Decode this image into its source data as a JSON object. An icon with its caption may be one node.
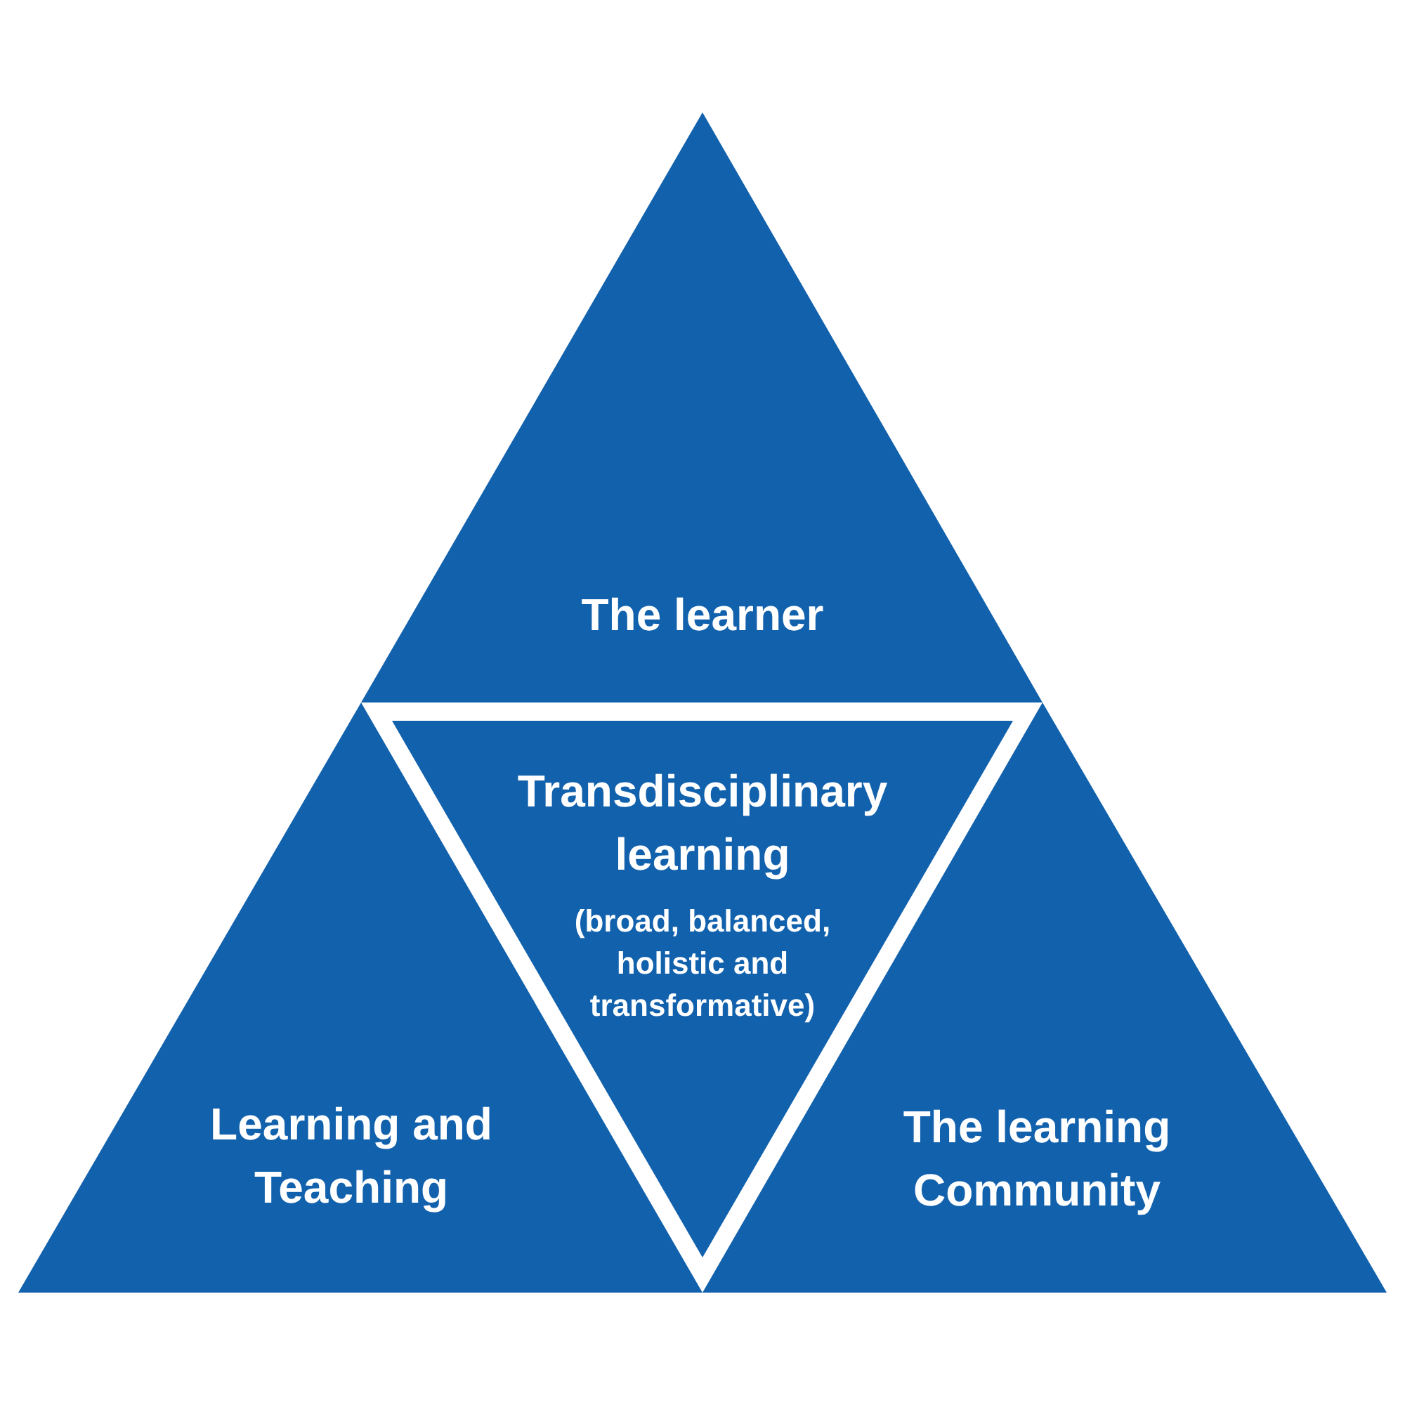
{
  "diagram": {
    "nodes": [
      {
        "text": [
          "The learner"
        ]
      },
      {
        "text": [
          "Learning and Teaching"
        ]
      },
      {
        "text": [
          "Transdisciplinary learning",
          "(broad, balanced, holistic and transformative)"
        ]
      },
      {
        "text": [
          "The learning Community"
        ]
      }
    ]
  }
}
